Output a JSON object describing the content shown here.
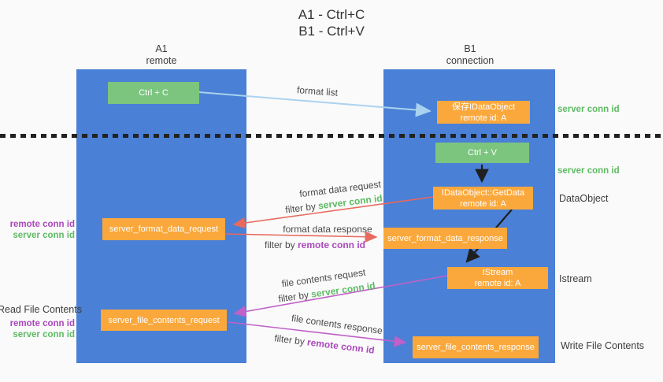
{
  "title": {
    "line1": "A1 - Ctrl+C",
    "line2": "B1 - Ctrl+V"
  },
  "columns": {
    "a": {
      "name": "A1",
      "role": "remote"
    },
    "b": {
      "name": "B1",
      "role": "connection"
    }
  },
  "nodes": {
    "ctrl_c": {
      "label": "Ctrl + C"
    },
    "ctrl_v": {
      "label": "Ctrl + V"
    },
    "save_idataobject": {
      "line1": "保存IDataObject",
      "line2": "remote id: A"
    },
    "idataobject_getdata": {
      "line1": "IDataObject::GetData",
      "line2": "remote id: A"
    },
    "istream": {
      "line1": "IStream",
      "line2": "remote id: A"
    },
    "server_format_data_request": {
      "label": "server_format_data_request"
    },
    "server_format_data_response": {
      "label": "server_format_data_response"
    },
    "server_file_contents_request": {
      "label": "server_file_contents_request"
    },
    "server_file_contents_response": {
      "label": "server_file_contents_response"
    }
  },
  "edge_labels": {
    "format_list": {
      "text": "format list"
    },
    "format_data_request": {
      "text": "format data request",
      "filter_prefix": "filter by ",
      "filter_key": "server conn id"
    },
    "format_data_response": {
      "text": "format data response",
      "filter_prefix": "filter by ",
      "filter_key": "remote conn id"
    },
    "file_contents_request": {
      "text": "file contents request",
      "filter_prefix": "filter by ",
      "filter_key": "server conn id"
    },
    "file_contents_response": {
      "text": "file contents response",
      "filter_prefix": "filter by ",
      "filter_key": "remote conn id"
    }
  },
  "side_labels": {
    "right_server_conn_id_top": "server conn id",
    "right_server_conn_id_mid": "server conn id",
    "right_dataobject": "DataObject",
    "right_istream": "Istream",
    "right_write_file_contents": "Write File Contents",
    "left_remote_conn_id_top": "remote conn id",
    "left_server_conn_id_top": "server conn id",
    "left_read_file_contents": "Read File Contents",
    "left_remote_conn_id_bottom": "remote conn id",
    "left_server_conn_id_bottom": "server conn id"
  },
  "colors": {
    "column_blue": "#4a80d6",
    "node_green": "#7cc57f",
    "node_orange": "#faa83c",
    "arrow_red": "#e8695e",
    "arrow_magenta": "#c060c8",
    "arrow_lightblue": "#a9d3ee",
    "arrow_black": "#1f1f1f",
    "label_green": "#5dbb63",
    "label_purple": "#ab47bc",
    "text_dark": "#3c3c3c",
    "background": "#fafafa"
  }
}
